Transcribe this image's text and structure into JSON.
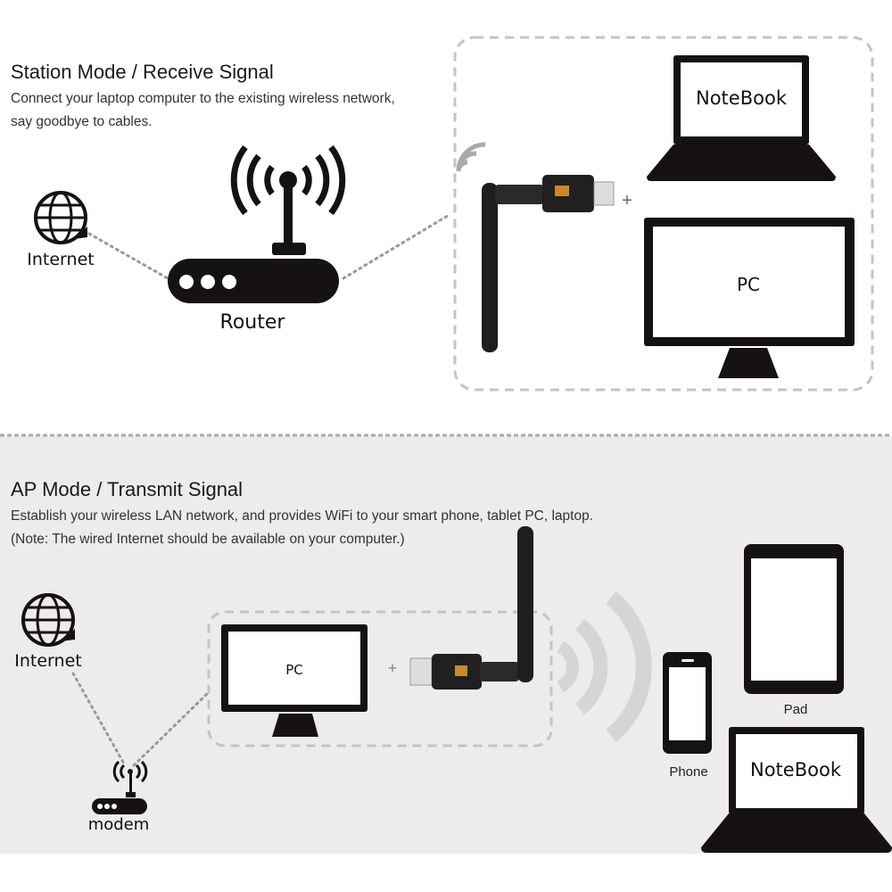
{
  "station": {
    "title": "Station Mode / Receive Signal",
    "desc_line1": "Connect your laptop computer to the existing wireless network,",
    "desc_line2": "say goodbye to cables.",
    "internet_label": "Internet",
    "router_label": "Router",
    "plus": "+",
    "notebook_label": "NoteBook",
    "pc_label": "PC"
  },
  "ap": {
    "title": "AP Mode / Transmit Signal",
    "desc_line1": "Establish your wireless LAN network, and provides WiFi to your smart phone, tablet PC, laptop.",
    "desc_line2": "(Note: The wired Internet should be available on your computer.)",
    "internet_label": "Internet",
    "modem_label": "modem",
    "pc_label": "PC",
    "plus": "+",
    "phone_label": "Phone",
    "pad_label": "Pad",
    "notebook_label": "NoteBook"
  },
  "colors": {
    "bottom_background": "#edebeb",
    "device": "#161212"
  }
}
